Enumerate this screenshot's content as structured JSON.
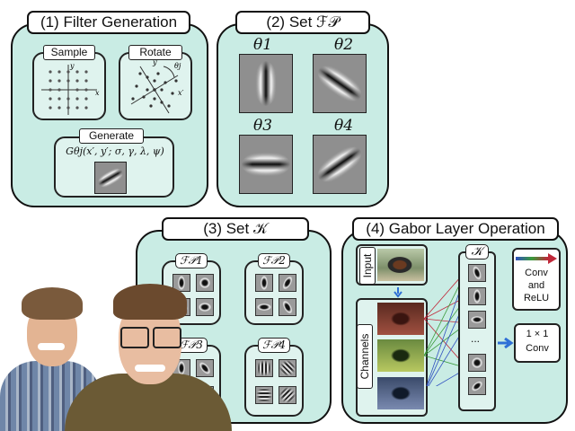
{
  "panels": {
    "filter_generation": {
      "title": "(1) Filter Generation",
      "sample_label": "Sample",
      "rotate_label": "Rotate",
      "generate_label": "Generate",
      "formula": "Gθj(x′, y′; σ, γ, λ, ψ)",
      "axis_x": "x",
      "axis_y": "y",
      "axis_xp": "x′",
      "axis_yp": "y′",
      "theta_j": "θj"
    },
    "set_fp": {
      "title": "(2) Set ℱ𝒫",
      "thetas": [
        "θ1",
        "θ2",
        "θ3",
        "θ4"
      ]
    },
    "set_k": {
      "title": "(3) Set 𝒦",
      "subsets": [
        "ℱ𝒫1",
        "ℱ𝒫2",
        "ℱ𝒫3",
        "ℱ𝒫4"
      ]
    },
    "gabor_layer": {
      "title": "(4) Gabor Layer Operation",
      "input_label": "Input",
      "channels_label": "Channels",
      "k_label": "𝒦",
      "ellipsis": "...",
      "conv_relu": [
        "Conv",
        "and",
        "ReLU"
      ],
      "one_by_one": [
        "1 × 1",
        "Conv"
      ]
    }
  },
  "colors": {
    "panel_fill": "#c9ece4",
    "inner_fill": "#dff3ee",
    "arrow_blue": "#2f6fd6"
  }
}
